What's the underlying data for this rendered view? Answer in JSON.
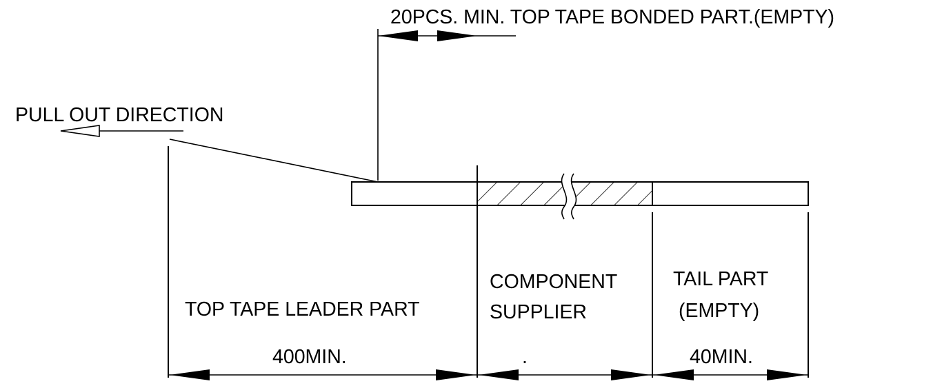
{
  "labels": {
    "top_note": "20PCS. MIN. TOP TAPE BONDED PART.(EMPTY)",
    "pull_direction": "PULL OUT DIRECTION",
    "leader_part": "TOP TAPE LEADER PART",
    "component_line1": "COMPONENT",
    "component_line2": "SUPPLIER",
    "tail_line1": "TAIL PART",
    "tail_line2": "(EMPTY)"
  },
  "dimensions": {
    "leader": "400MIN.",
    "component": ".",
    "tail": "40MIN."
  },
  "colors": {
    "ink": "#000000",
    "background": "#ffffff"
  }
}
